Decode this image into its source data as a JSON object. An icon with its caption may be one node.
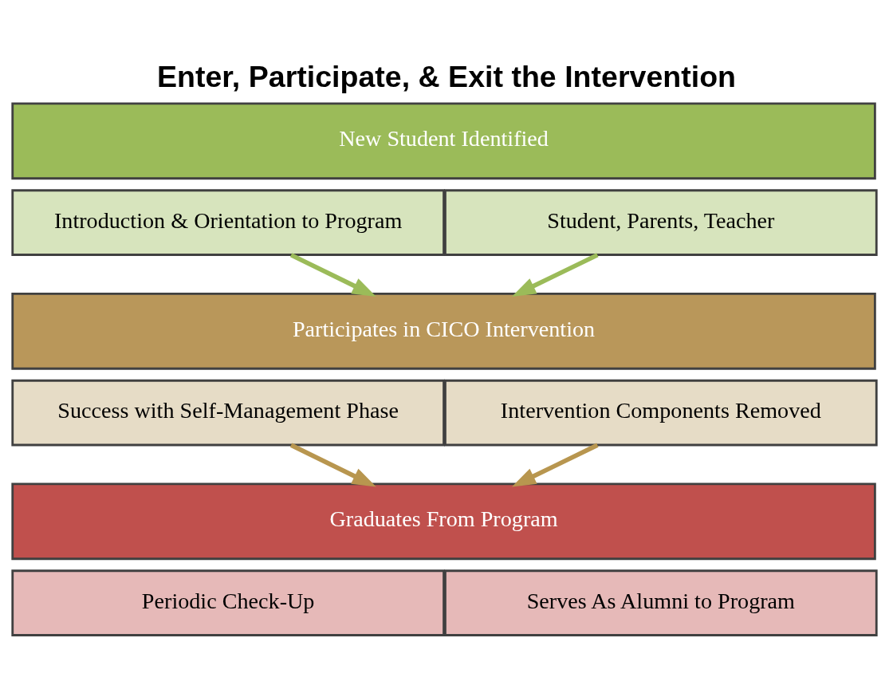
{
  "diagram": {
    "title": "Enter, Participate, & Exit the Intervention",
    "nodes": [
      {
        "text": [
          "New Student Identified"
        ]
      },
      {
        "text": [
          "Introduction & Orientation to Program"
        ]
      },
      {
        "text": [
          "Student, Parents, Teacher"
        ]
      },
      {
        "text": [
          "Participates in CICO Intervention"
        ]
      },
      {
        "text": [
          "Success with Self-Management Phase"
        ]
      },
      {
        "text": [
          "Intervention Components Removed"
        ]
      },
      {
        "text": [
          "Graduates From Program"
        ]
      },
      {
        "text": [
          "Periodic Check-Up"
        ]
      },
      {
        "text": [
          "Serves As Alumni to Program"
        ]
      }
    ],
    "edges": [
      {
        "from": 1,
        "to": 3,
        "arrow": "to",
        "color": "#9bbb59"
      },
      {
        "from": 2,
        "to": 3,
        "arrow": "to",
        "color": "#9bbb59"
      },
      {
        "from": 4,
        "to": 6,
        "arrow": "to",
        "color": "#b8964f"
      },
      {
        "from": 5,
        "to": 6,
        "arrow": "to",
        "color": "#b8964f"
      }
    ]
  }
}
